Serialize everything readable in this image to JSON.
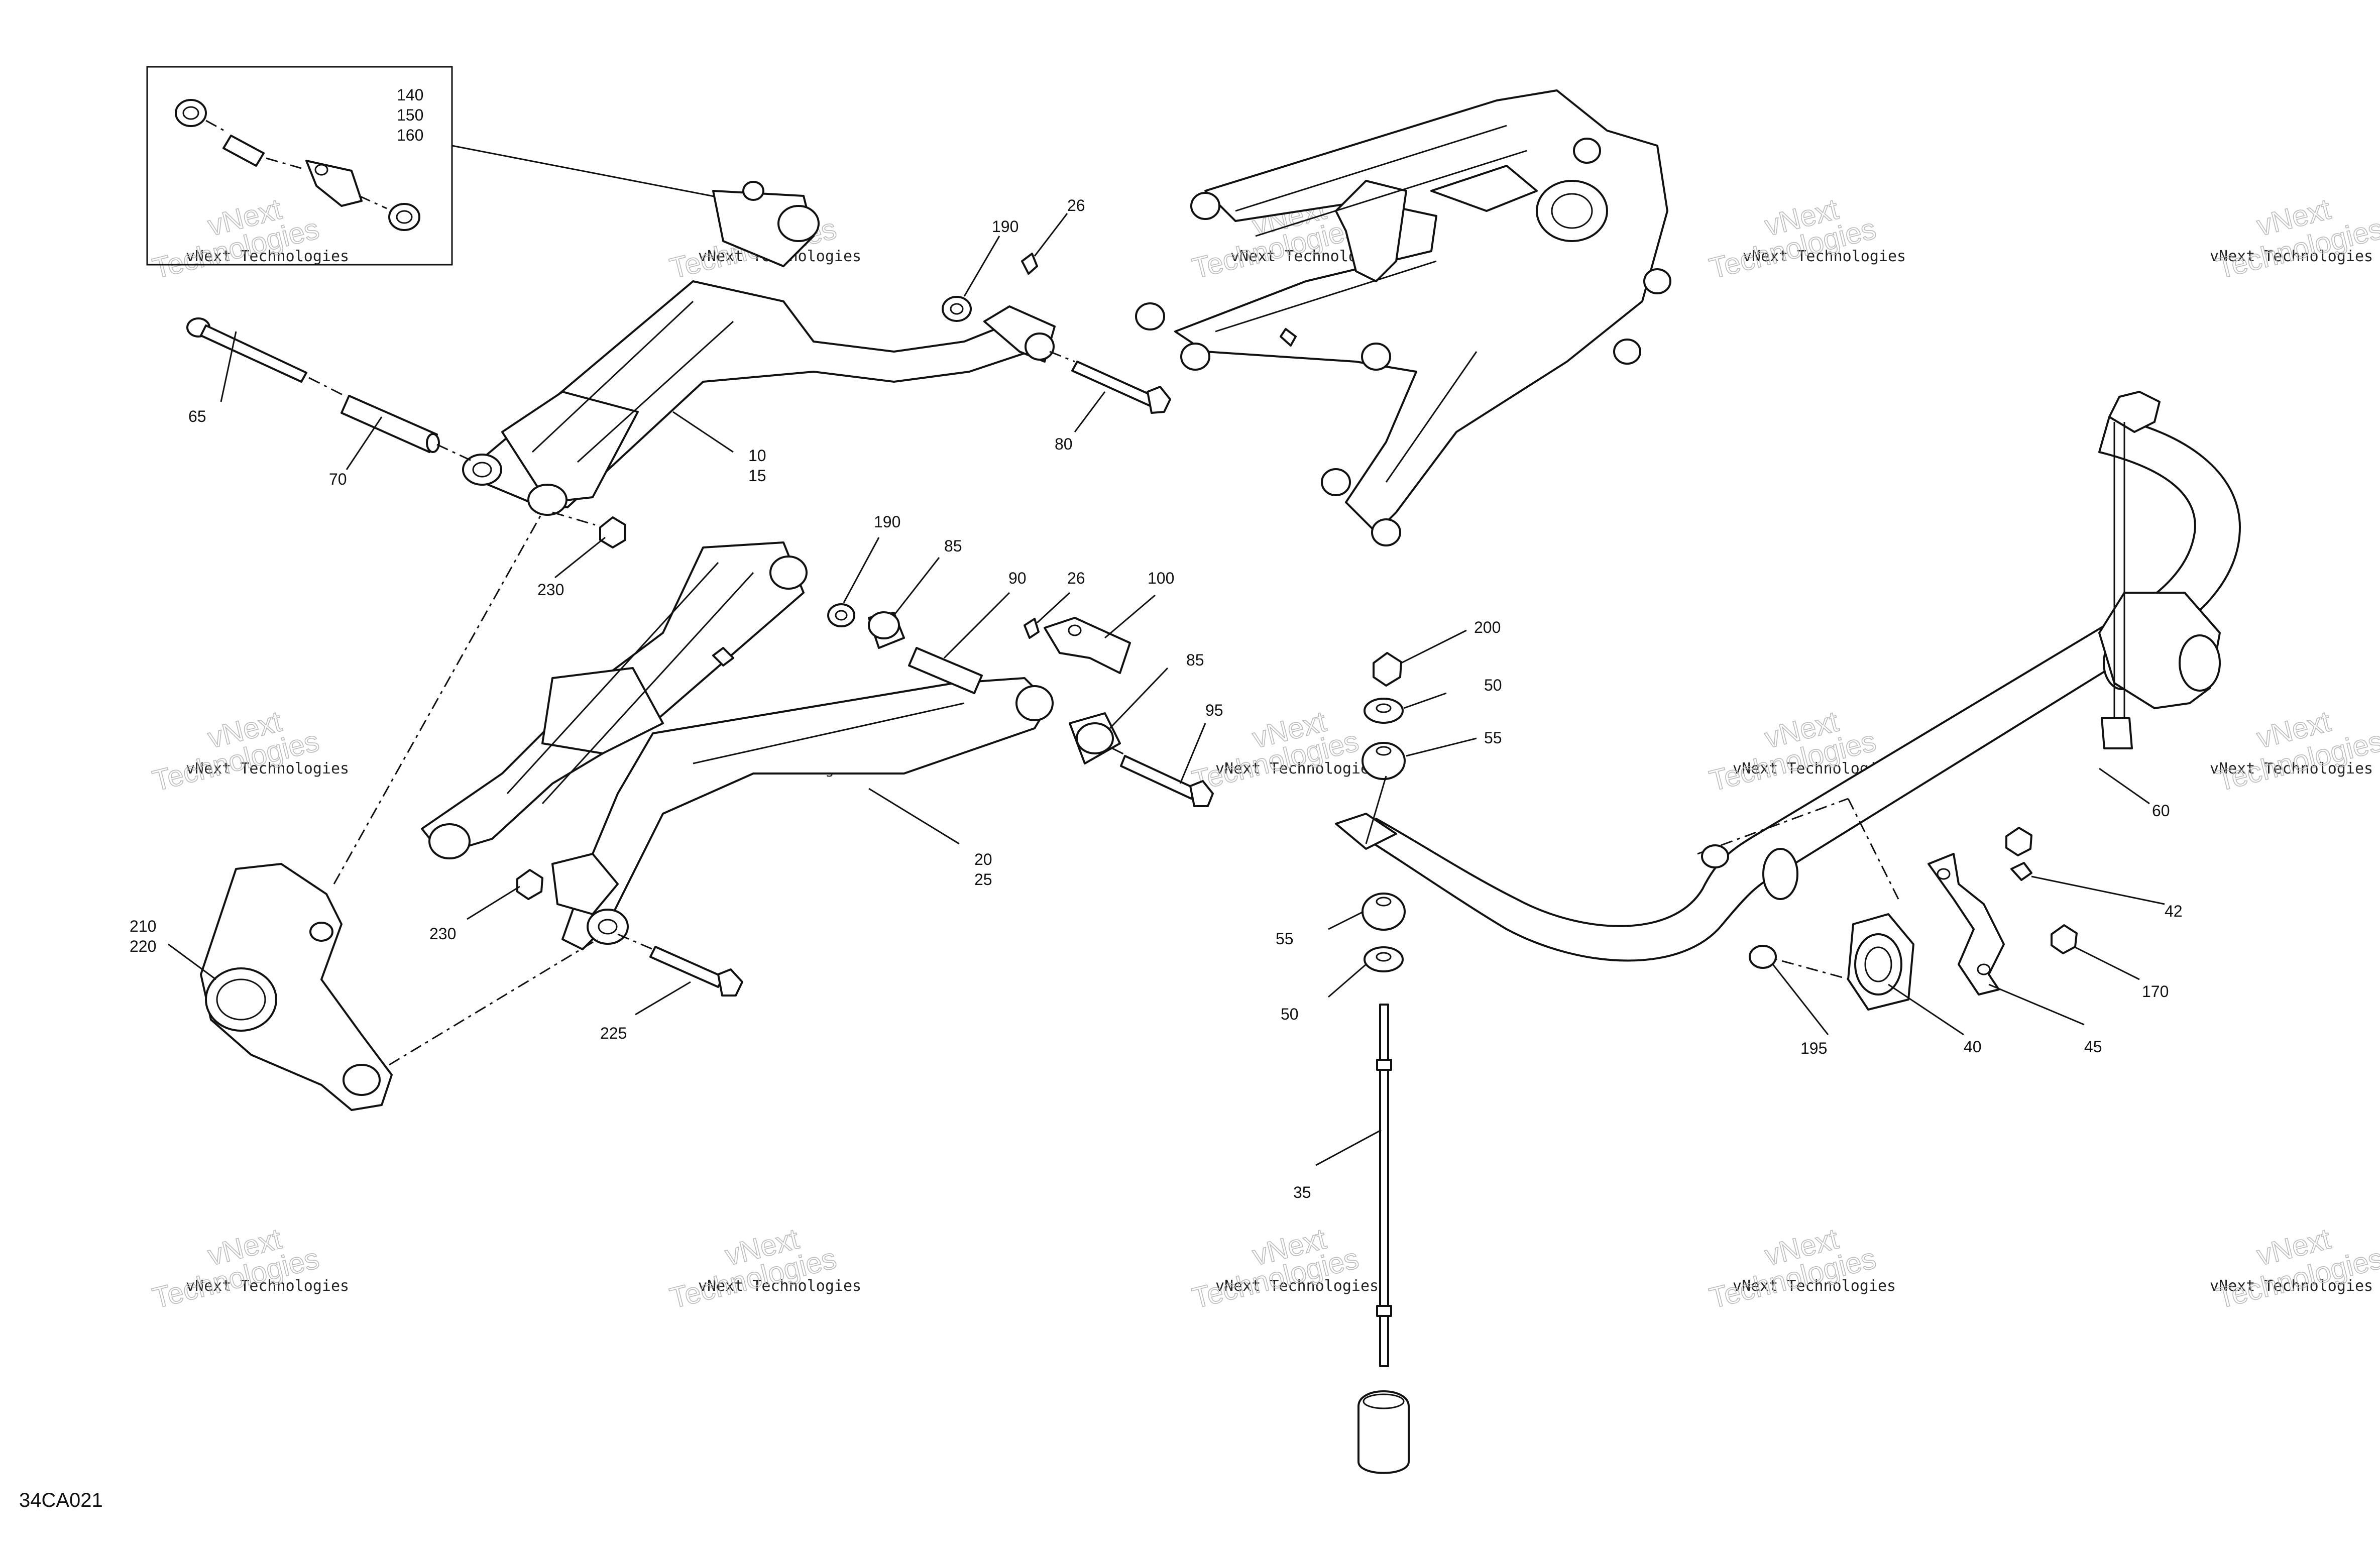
{
  "diagram_code": "34CA021",
  "watermark": {
    "line1": "vNext Technologies",
    "big_line1": "vNext",
    "big_line2": "Technologies"
  },
  "callouts": {
    "c140": "140",
    "c150": "150",
    "c160": "160",
    "c190a": "190",
    "c26a": "26",
    "c65": "65",
    "c70": "70",
    "c10": "10",
    "c15": "15",
    "c80": "80",
    "c230a": "230",
    "c190b": "190",
    "c85a": "85",
    "c90": "90",
    "c26b": "26",
    "c100": "100",
    "c85b": "85",
    "c95": "95",
    "c20": "20",
    "c25": "25",
    "c210": "210",
    "c220": "220",
    "c230b": "230",
    "c225": "225",
    "c200": "200",
    "c50a": "50",
    "c55a": "55",
    "c55b": "55",
    "c50b": "50",
    "c35": "35",
    "c60": "60",
    "c42": "42",
    "c170": "170",
    "c195": "195",
    "c40": "40",
    "c45": "45"
  }
}
